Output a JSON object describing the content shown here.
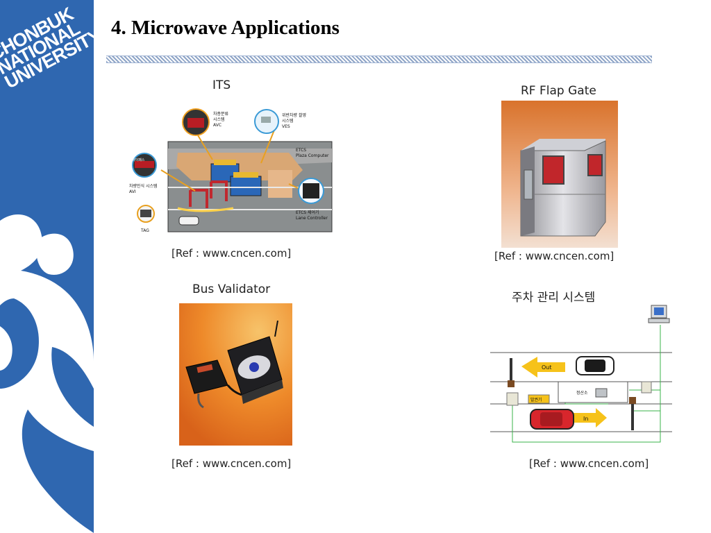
{
  "sidebar": {
    "university_lines": [
      "CHONBUK",
      "NATIONAL",
      "UNIVERSITY"
    ]
  },
  "slide": {
    "title": "4. Microwave Applications"
  },
  "its": {
    "caption": "ITS",
    "ref": "[Ref : www.cncen.com]",
    "labels": {
      "avc": [
        "차종분류",
        "시스템",
        "AVC"
      ],
      "ves": [
        "위반차량 촬영",
        "시스템",
        "VES"
      ],
      "plaza": [
        "ETCS",
        "Plaza Computer"
      ],
      "avi": [
        "차량인식 시스템",
        "AVI"
      ],
      "lane": [
        "ETCS 제어기",
        "Lane Controller"
      ],
      "tag": "TAG",
      "booth": "하이패스"
    }
  },
  "rf_gate": {
    "caption": "RF Flap Gate",
    "ref": "[Ref : www.cncen.com]"
  },
  "bus": {
    "caption": "Bus Validator",
    "ref": "[Ref : www.cncen.com]"
  },
  "parking": {
    "caption": "주차 관리 시스템",
    "ref": "[Ref : www.cncen.com]",
    "out_label": "Out",
    "in_label": "In",
    "booth_label": "정산소",
    "ticket_label": "발권기"
  },
  "colors": {
    "sidebar": "#2f67b0",
    "arrow": "#f6c21a",
    "gate_red": "#c1262b"
  }
}
